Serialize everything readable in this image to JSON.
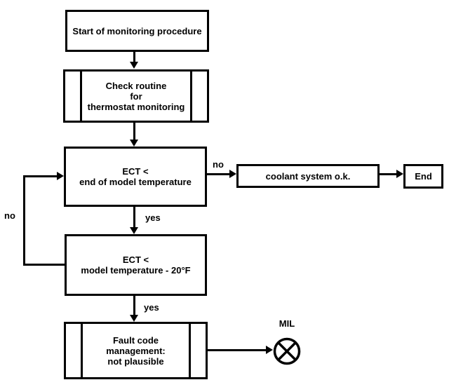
{
  "diagram": {
    "background": "#ffffff",
    "line_color": "#000000",
    "box_fill": "#ffffff",
    "nodes": {
      "start": {
        "label": "Start of monitoring procedure",
        "shape": "process"
      },
      "check_routine": {
        "label": "Check routine\nfor\nthermostat monitoring",
        "shape": "subroutine"
      },
      "ect_end_check": {
        "label": "ECT <\nend of model temperature",
        "shape": "process"
      },
      "coolant_ok": {
        "label": "coolant system o.k.",
        "shape": "process"
      },
      "end": {
        "label": "End",
        "shape": "process"
      },
      "ect_model_check": {
        "label": "ECT <\nmodel temperature - 20°F",
        "shape": "process"
      },
      "fault_code": {
        "label": "Fault code\nmanagement:\nnot plausible",
        "shape": "subroutine"
      },
      "mil": {
        "label": "MIL",
        "shape": "indicator-lamp"
      }
    },
    "edge_labels": {
      "ect_end_no": "no",
      "ect_end_yes": "yes",
      "ect_model_no": "no",
      "ect_model_yes": "yes"
    }
  }
}
